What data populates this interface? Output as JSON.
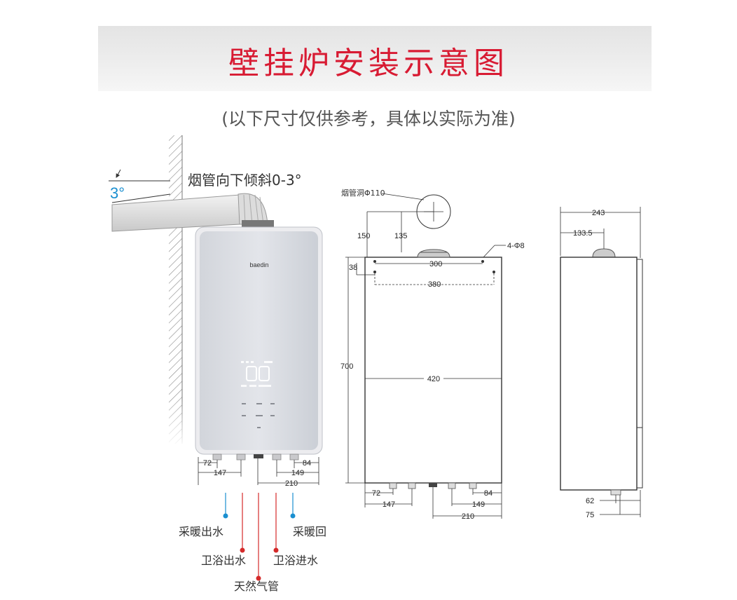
{
  "header": {
    "title": "壁挂炉安装示意图",
    "subtitle": "(以下尺寸仅供参考，具体以实际为准)"
  },
  "wall_view": {
    "angle_label": "3°",
    "flue_note": "烟管向下倾斜0-3°",
    "brand": "baedin",
    "dims": {
      "d72": "72",
      "d147": "147",
      "d84": "84",
      "d149": "149",
      "d210": "210"
    },
    "pipes": {
      "heating_out": "采暖出水",
      "heating_return": "采暖回",
      "bath_out": "卫浴出水",
      "bath_in": "卫浴进水",
      "gas": "天然气管"
    }
  },
  "front_view": {
    "flue_hole": "烟管洞Φ110",
    "d150": "150",
    "d135": "135",
    "holes": "4-Φ8",
    "d38": "38",
    "d300": "300",
    "d380": "380",
    "d700": "700",
    "d420": "420",
    "d72": "72",
    "d147": "147",
    "d84": "84",
    "d149": "149",
    "d210": "210"
  },
  "side_view": {
    "d243": "243",
    "d133_5": "133.5",
    "d62": "62",
    "d75": "75"
  },
  "colors": {
    "title_red": "#d81b33",
    "accent_blue": "#1a8fd0",
    "pipe_red": "#d42a2a"
  }
}
